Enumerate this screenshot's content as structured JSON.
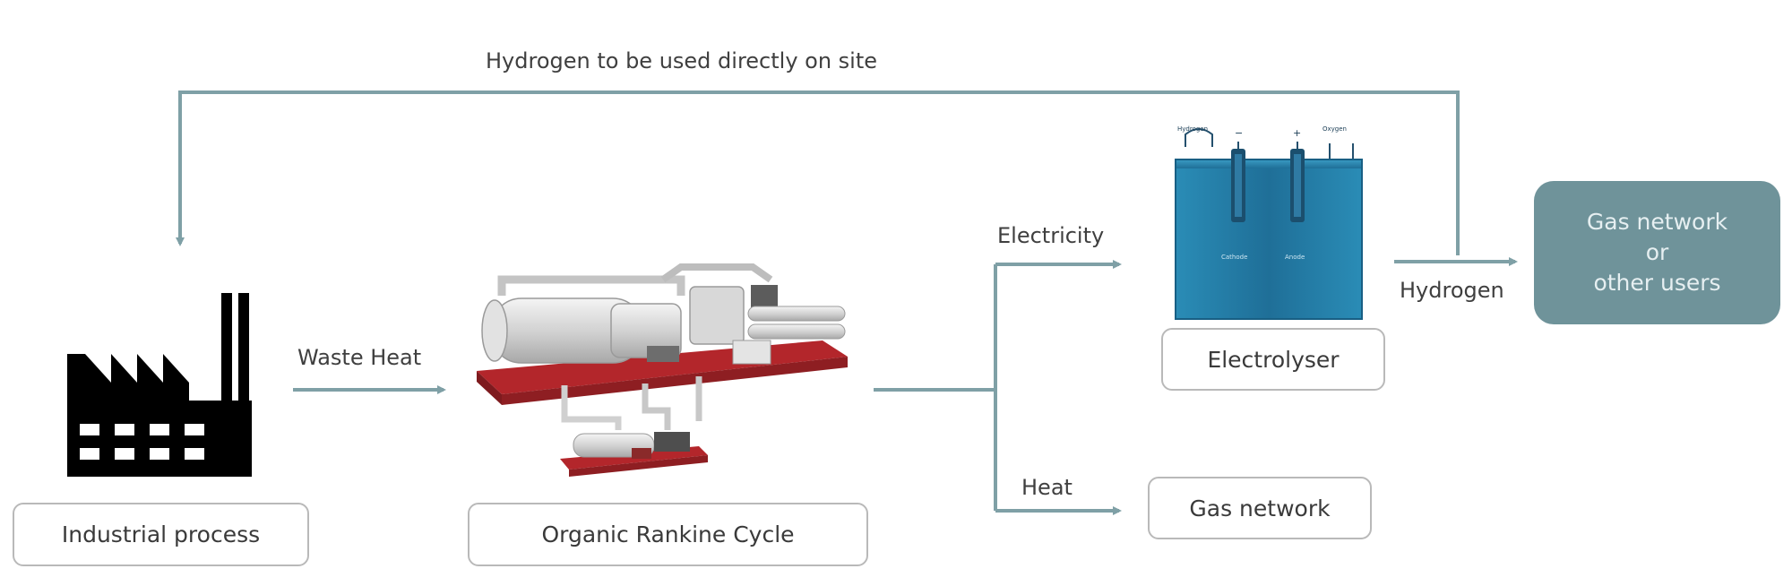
{
  "labels": {
    "top_loop": "Hydrogen to be used directly on site",
    "waste_heat": "Waste Heat",
    "electricity": "Electricity",
    "heat": "Heat",
    "hydrogen": "Hydrogen"
  },
  "nodes": {
    "industrial_process": "Industrial process",
    "orc": "Organic Rankine Cycle",
    "electrolyser": "Electrolyser",
    "gas_network": "Gas network",
    "destination": [
      "Gas network",
      "or",
      "other users"
    ]
  },
  "electrolyser_image": {
    "hydrogen": "Hydrogen",
    "oxygen": "Oxygen",
    "cathode": "Cathode",
    "anode": "Anode",
    "minus": "−",
    "plus": "+"
  },
  "colors": {
    "arrow": "#7fa0a6",
    "factory": "#000000",
    "box_border": "#b9b9b9",
    "destination_fill": "#6f939a",
    "electrolyser_water": "#1e7fa8",
    "orc_frame": "#b3262b"
  }
}
